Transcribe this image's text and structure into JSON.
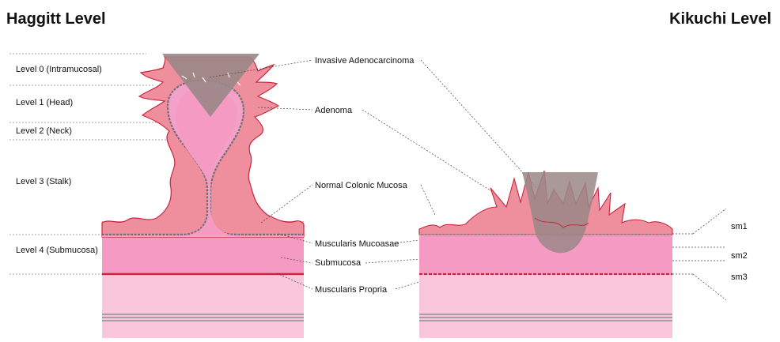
{
  "titles": {
    "left": "Haggitt Level",
    "right": "Kikuchi Level"
  },
  "levels": [
    "Level 0 (Intramucosal)",
    "Level 1 (Head)",
    "Level 2 (Neck)",
    "Level 3 (Stalk)",
    "Level 4 (Submucosa)"
  ],
  "labels": {
    "invasive": "Invasive Adenocarcinoma",
    "adenoma": "Adenoma",
    "normal_mucosa": "Normal Colonic Mucosa",
    "muscularis_mucosae": "Muscularis Mucoasae",
    "submucosa": "Submucosa",
    "muscularis_propria": "Muscularis Propria"
  },
  "sm_levels": [
    "sm1",
    "sm2",
    "sm3"
  ],
  "colors": {
    "mucosa": "#ef8e9c",
    "mucosa_outline": "#c8283d",
    "submucosa": "#f59bc3",
    "stalk": "#f4a1c9",
    "deep_layer": "#f9c6dc",
    "muscularis_propria": "#c8283d",
    "tumor": "#9a8787",
    "muscularis_mucosae_line": "#8d8d93"
  }
}
